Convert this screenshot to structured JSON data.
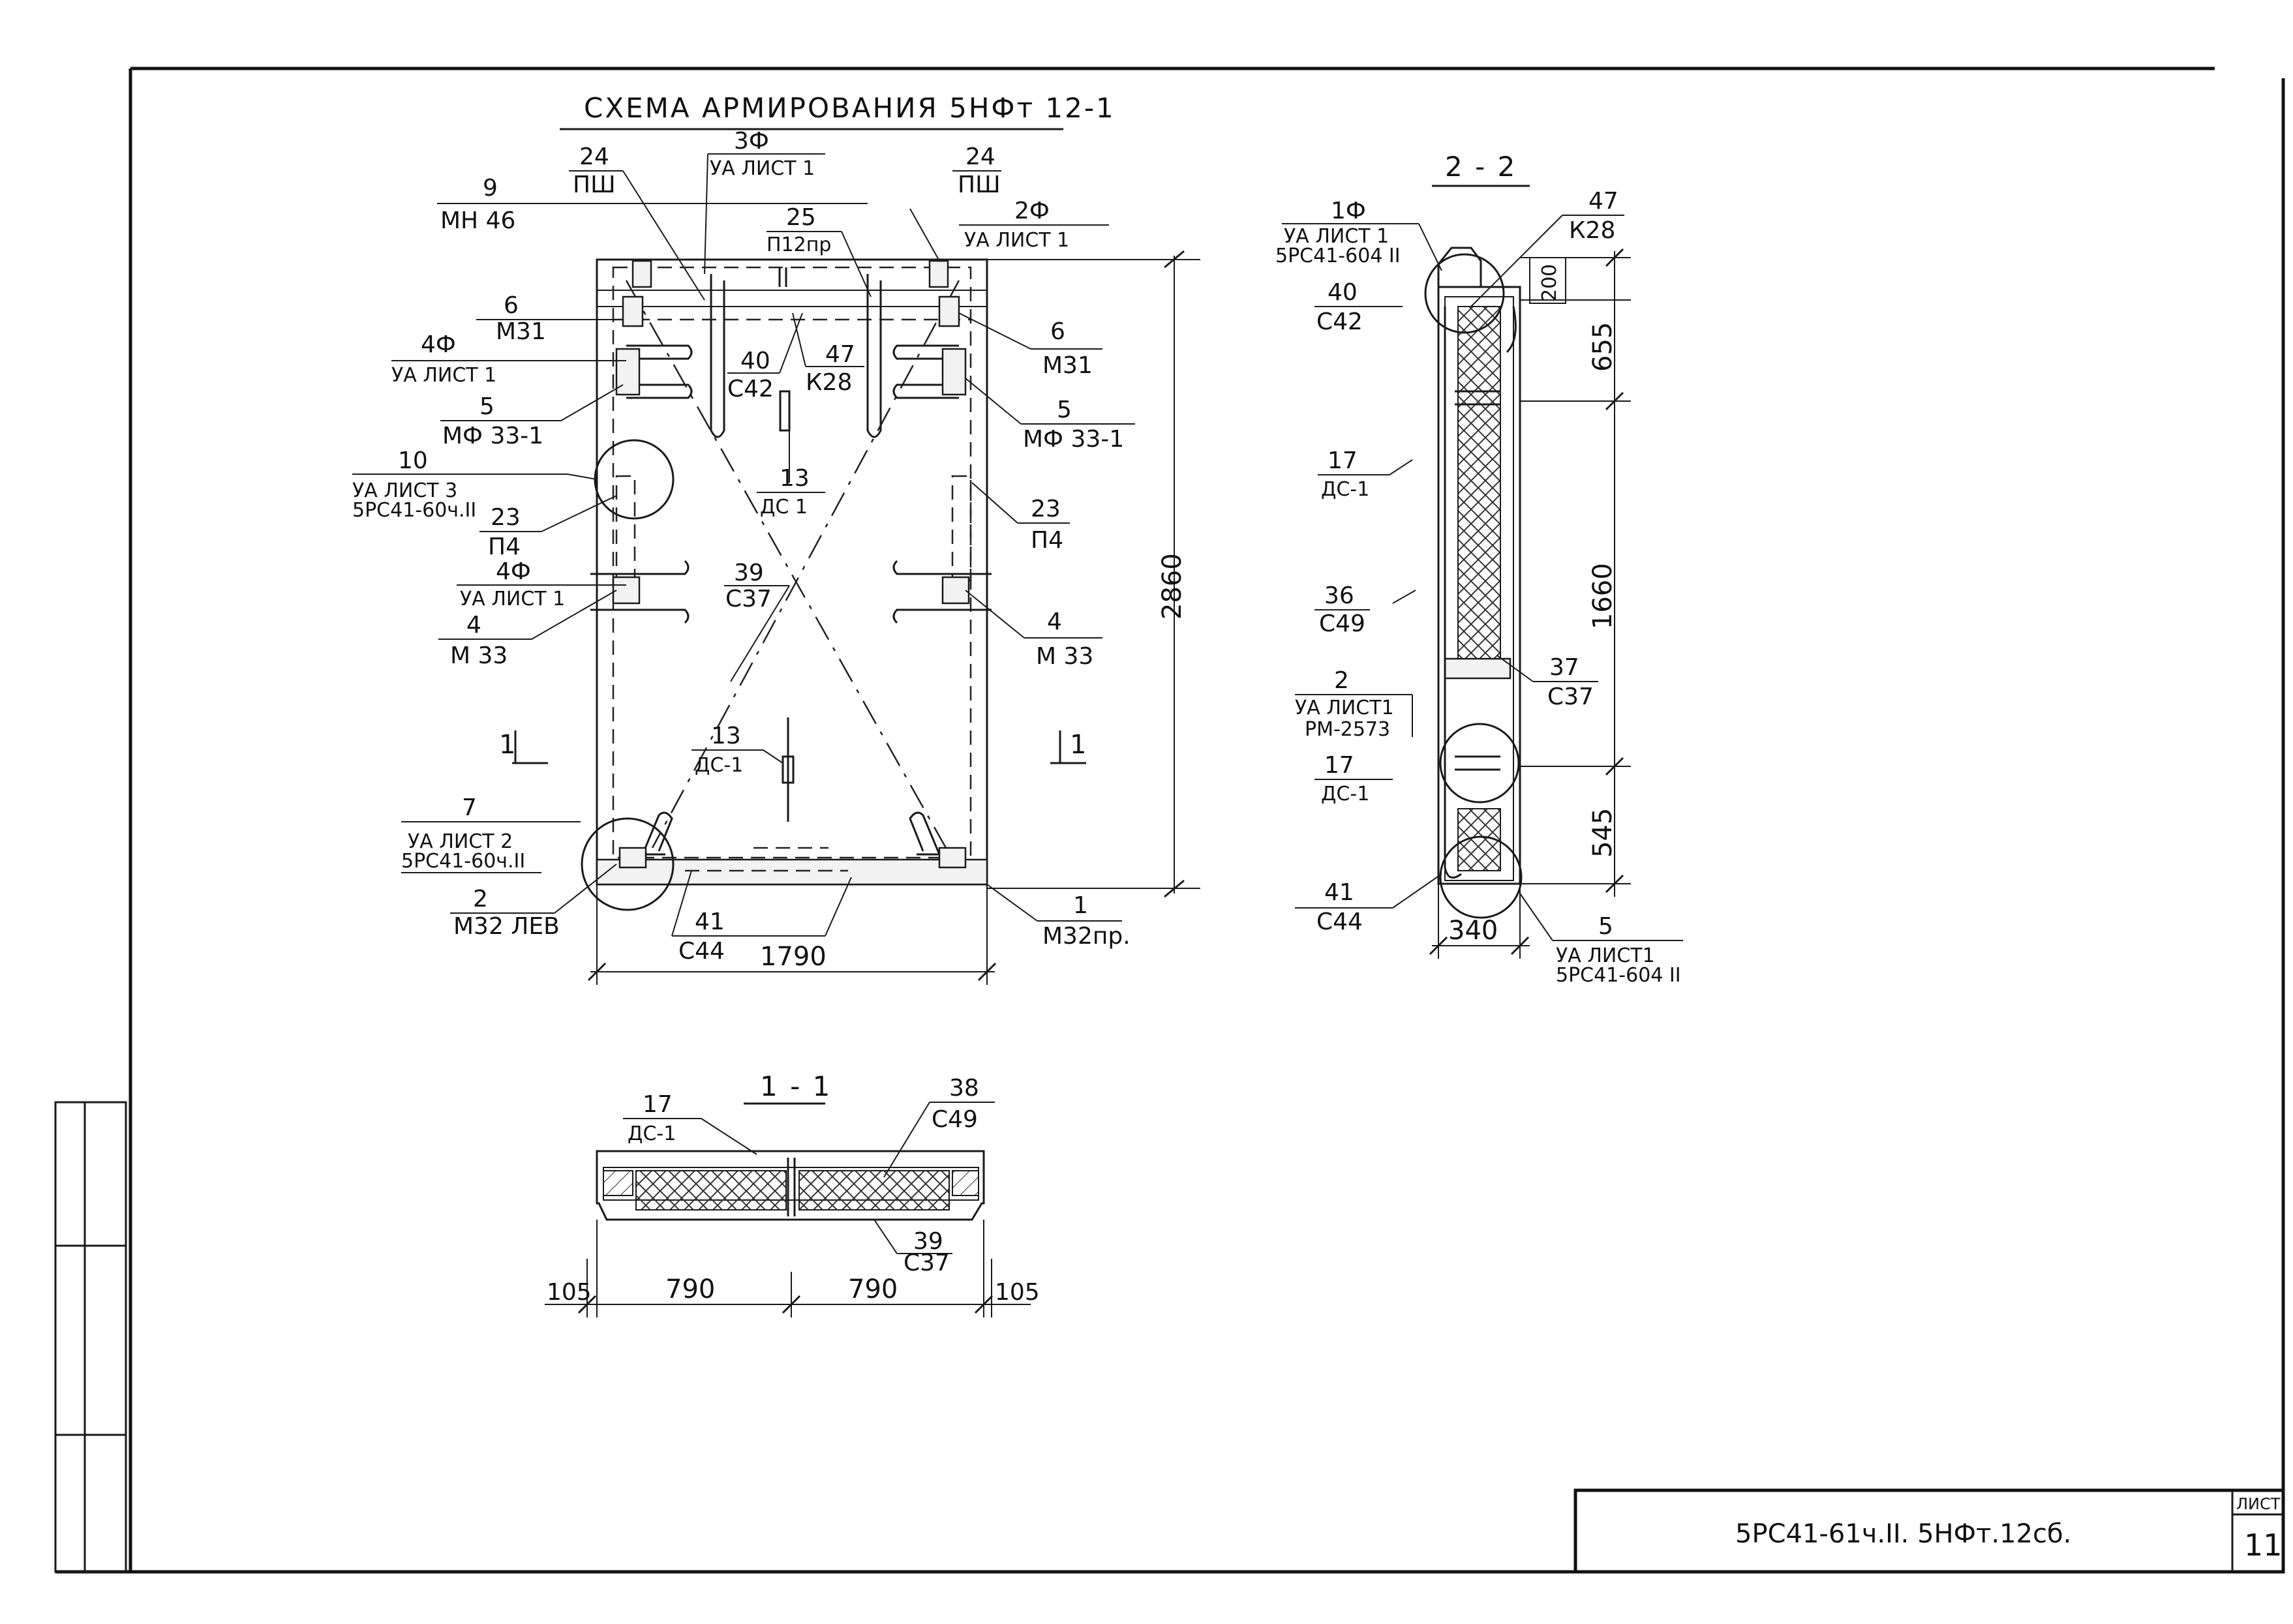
{
  "main_view": {
    "title": "СХЕМА АРМИРОВАНИЯ 5НФт 12-1",
    "labels": {
      "l24a_n": "24",
      "l24a_t": "ПШ",
      "l3f_n": "3Ф",
      "l3f_t": "УА ЛИСТ 1",
      "l24b_n": "24",
      "l24b_t": "ПШ",
      "l9_n": "9",
      "l9_t": "МН 46",
      "l25_n": "25",
      "l25_t": "П12пр",
      "l2f_n": "2Ф",
      "l2f_t": "УА ЛИСТ 1",
      "l6a_n": "6",
      "l6a_t": "М31",
      "l6b_n": "6",
      "l6b_t": "М31",
      "l4f_n": "4Ф",
      "l4f_t": "УА ЛИСТ 1",
      "l40_n": "40",
      "l40_t": "С42",
      "l47_n": "47",
      "l47_t": "К28",
      "l5a_n": "5",
      "l5a_t": "МФ 33-1",
      "l5b_n": "5",
      "l5b_t": "МФ 33-1",
      "l10_n": "10",
      "l10_t": "УА ЛИСТ 3",
      "l10_t2": "5РС41-60ч.II",
      "l13a_n": "13",
      "l13a_t": "ДС 1",
      "l23a_n": "23",
      "l23a_t": "П4",
      "l23b_n": "23",
      "l23b_t": "П4",
      "l4fb_n": "4Ф",
      "l4fb_t": "УА ЛИСТ 1",
      "l39_n": "39",
      "l39_t": "С37",
      "l4a_n": "4",
      "l4a_t": "М 33",
      "l4b_n": "4",
      "l4b_t": "М 33",
      "l13b_n": "13",
      "l13b_t": "ДС-1",
      "l7_n": "7",
      "l7_t": "УА ЛИСТ 2",
      "l7_t2": "5РС41-60ч.II",
      "l2_n": "2",
      "l2_t": "М32 ЛЕВ",
      "l41_n": "41",
      "l41_t": "С44",
      "l1_n": "1",
      "l1_t": "М32пр.",
      "sec1_left": "1",
      "sec1_right": "1"
    },
    "dims": {
      "height": "2860",
      "width": "1790"
    }
  },
  "section_22": {
    "title": "2 - 2",
    "labels": {
      "l1f_n": "1Ф",
      "l1f_t": "УА ЛИСТ 1",
      "l1f_t2": "5РС41-604 II",
      "l47_n": "47",
      "l47_t": "К28",
      "l40_n": "40",
      "l40_t": "С42",
      "l17a_n": "17",
      "l17a_t": "ДС-1",
      "l36_n": "36",
      "l36_t": "С49",
      "l37_n": "37",
      "l37_t": "С37",
      "l2_n": "2",
      "l2_t": "УА ЛИСТ1",
      "l2_t2": "РМ-2573",
      "l17b_n": "17",
      "l17b_t": "ДС-1",
      "l41_n": "41",
      "l41_t": "С44",
      "l5_n": "5",
      "l5_t": "УА ЛИСТ1",
      "l5_t2": "5РС41-604 II"
    },
    "dims": {
      "d200": "200",
      "d655": "655",
      "d1660": "1660",
      "d545": "545",
      "d340": "340"
    }
  },
  "section_11": {
    "title": "1 - 1",
    "labels": {
      "l17_n": "17",
      "l17_t": "ДС-1",
      "l38_n": "38",
      "l38_t": "С49",
      "l39_n": "39",
      "l39_t": "С37"
    },
    "dims": {
      "d105a": "105",
      "d790a": "790",
      "d790b": "790",
      "d105b": "105"
    }
  },
  "title_block": {
    "code": "5РС41-61ч.II. 5НФт.12сб.",
    "sheet_label": "ЛИСТ",
    "sheet_number": "11"
  }
}
